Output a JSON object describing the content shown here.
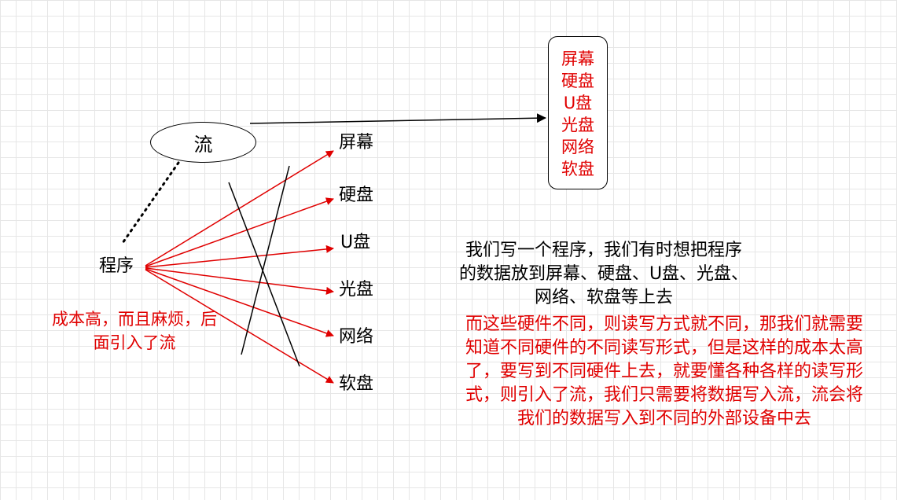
{
  "stream_label": "流",
  "program_label": "程序",
  "targets": [
    "屏幕",
    "硬盘",
    "U盘",
    "光盘",
    "网络",
    "软盘"
  ],
  "device_box_items": [
    "屏幕",
    "硬盘",
    "U盘",
    "光盘",
    "网络",
    "软盘"
  ],
  "cost_note": "成本高，而且麻烦，后面引入了流",
  "explanation_black": "我们写一个程序，我们有时想把程序的数据放到屏幕、硬盘、U盘、光盘、网络、软盘等上去",
  "explanation_red": "而这些硬件不同，则读写方式就不同，那我们就需要知道不同硬件的不同读写形式，但是这样的成本太高了，要写到不同硬件上去，就要懂各种各样的读写形式，则引入了流，我们只需要将数据写入流，流会将我们的数据写入到不同的外部设备中去",
  "colors": {
    "red": "#e00000",
    "black": "#000000",
    "grid": "#e6e6e6"
  }
}
